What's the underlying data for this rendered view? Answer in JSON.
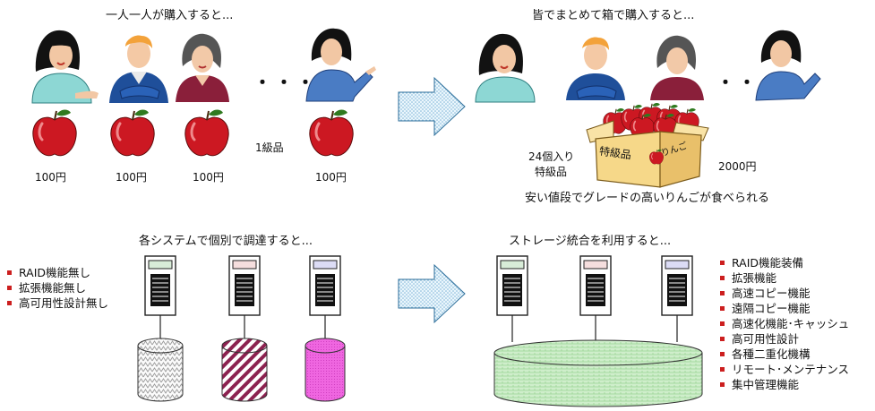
{
  "top_left": {
    "title": "一人一人が購入すると...",
    "dots": "・・・",
    "grade": "1級品",
    "prices": [
      "100円",
      "100円",
      "100円",
      "100円"
    ]
  },
  "top_right": {
    "title": "皆でまとめて箱で購入すると...",
    "dots": "・・・",
    "box_label_main": "特級品",
    "box_label_apple": "りんご",
    "box_count": "24個入り",
    "box_grade": "特級品",
    "price": "2000円",
    "caption": "安い値段でグレードの高いりんごが食べられる"
  },
  "bottom_left": {
    "title": "各システムで個別で調達すると...",
    "features": [
      "RAID機能無し",
      "拡張機能無し",
      "高可用性設計無し"
    ]
  },
  "bottom_right": {
    "title": "ストレージ統合を利用すると...",
    "features": [
      "RAID機能装備",
      "拡張機能",
      "高速コピー機能",
      "遠隔コピー機能",
      "高速化機能･キャッシュ",
      "高可用性設計",
      "各種二重化機構",
      "リモート･メンテナンス",
      "集中管理機能"
    ]
  },
  "colors": {
    "apple": "#cc1822",
    "box": "#f6d889",
    "arrow": "#d8ecf8",
    "storage": "#c9ecc4",
    "cyl_pink": "#ee55dd",
    "cyl_stripe": "#8c2250",
    "bullet": "#cc1f1f"
  }
}
